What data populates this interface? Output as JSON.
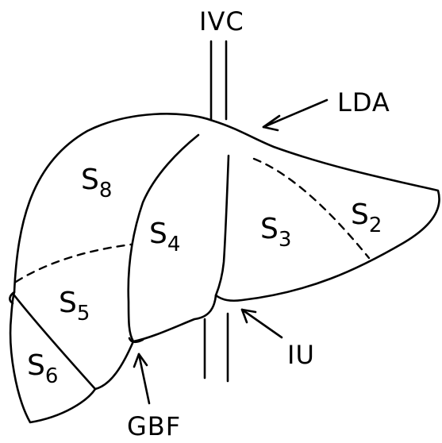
{
  "segments": [
    {
      "letter": "S",
      "number": "8"
    },
    {
      "letter": "S",
      "number": "4"
    },
    {
      "letter": "S",
      "number": "3"
    },
    {
      "letter": "S",
      "number": "2"
    },
    {
      "letter": "S",
      "number": "5"
    },
    {
      "letter": "S",
      "number": "6"
    }
  ],
  "callouts": {
    "ivc": "IVC",
    "lda": "LDA",
    "iu": "IU",
    "gbf": "GBF"
  }
}
